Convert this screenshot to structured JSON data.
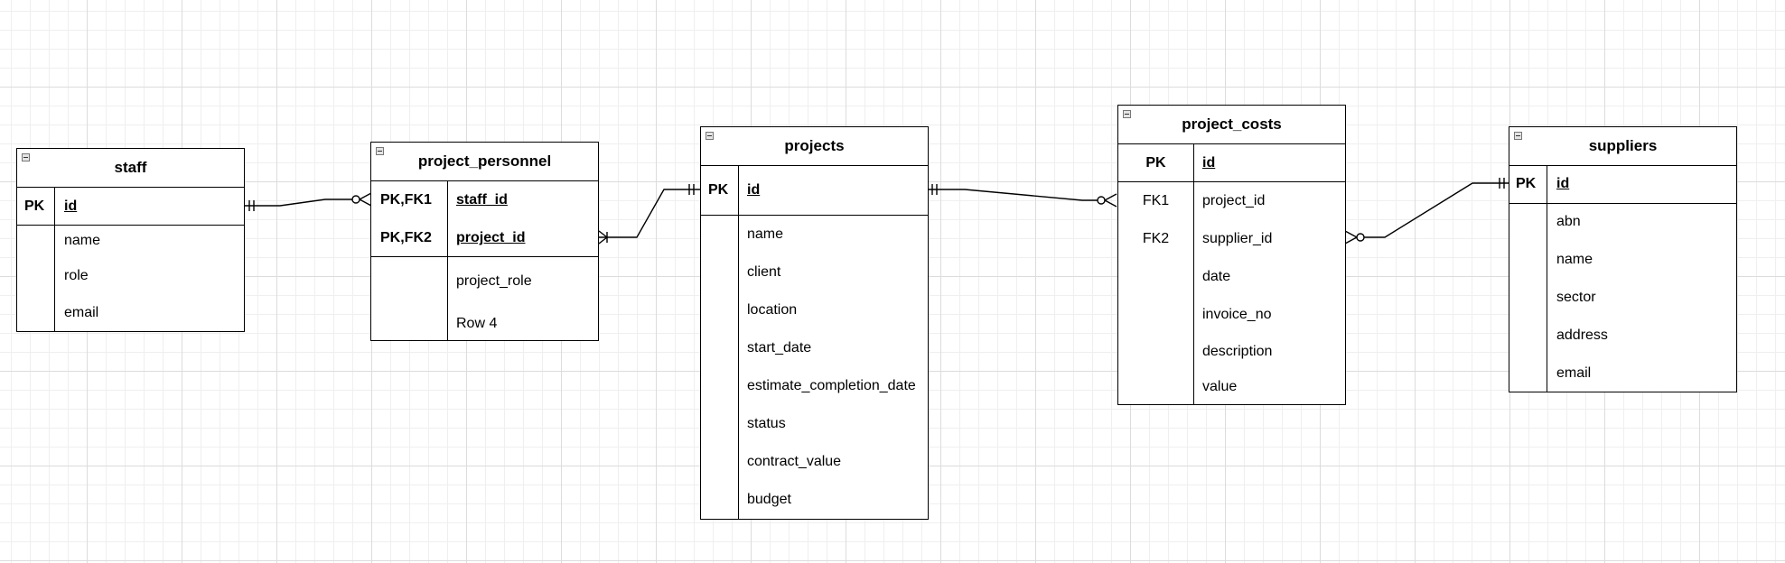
{
  "tables": {
    "staff": {
      "title": "staff",
      "pk": {
        "key": "PK",
        "name": "id"
      },
      "rows": [
        "name",
        "role",
        "email"
      ]
    },
    "project_personnel": {
      "title": "project_personnel",
      "pk_rows": [
        {
          "key": "PK,FK1",
          "name": "staff_id"
        },
        {
          "key": "PK,FK2",
          "name": "project_id"
        }
      ],
      "rows": [
        "project_role",
        "Row 4"
      ]
    },
    "projects": {
      "title": "projects",
      "pk": {
        "key": "PK",
        "name": "id"
      },
      "rows": [
        "name",
        "client",
        "location",
        "start_date",
        "estimate_completion_date",
        "status",
        "contract_value",
        "budget"
      ]
    },
    "project_costs": {
      "title": "project_costs",
      "pk": {
        "key": "PK",
        "name": "id"
      },
      "fk_rows": [
        {
          "key": "FK1",
          "name": "project_id"
        },
        {
          "key": "FK2",
          "name": "supplier_id"
        }
      ],
      "rows": [
        "date",
        "invoice_no",
        "description",
        "value"
      ]
    },
    "suppliers": {
      "title": "suppliers",
      "pk": {
        "key": "PK",
        "name": "id"
      },
      "rows": [
        "abn",
        "name",
        "sector",
        "address",
        "email"
      ]
    }
  },
  "relationships": [
    {
      "from": "staff.id",
      "to": "project_personnel.staff_id",
      "from_end": "exactly-one",
      "to_end": "zero-or-many"
    },
    {
      "from": "project_personnel.project_id",
      "to": "projects.id",
      "from_end": "one-or-many",
      "to_end": "exactly-one"
    },
    {
      "from": "projects.id",
      "to": "project_costs.project_id",
      "from_end": "exactly-one",
      "to_end": "zero-or-many"
    },
    {
      "from": "project_costs.supplier_id",
      "to": "suppliers.id",
      "from_end": "zero-or-many",
      "to_end": "exactly-one"
    }
  ],
  "icons": {
    "collapse": "collapse-minus-icon"
  }
}
